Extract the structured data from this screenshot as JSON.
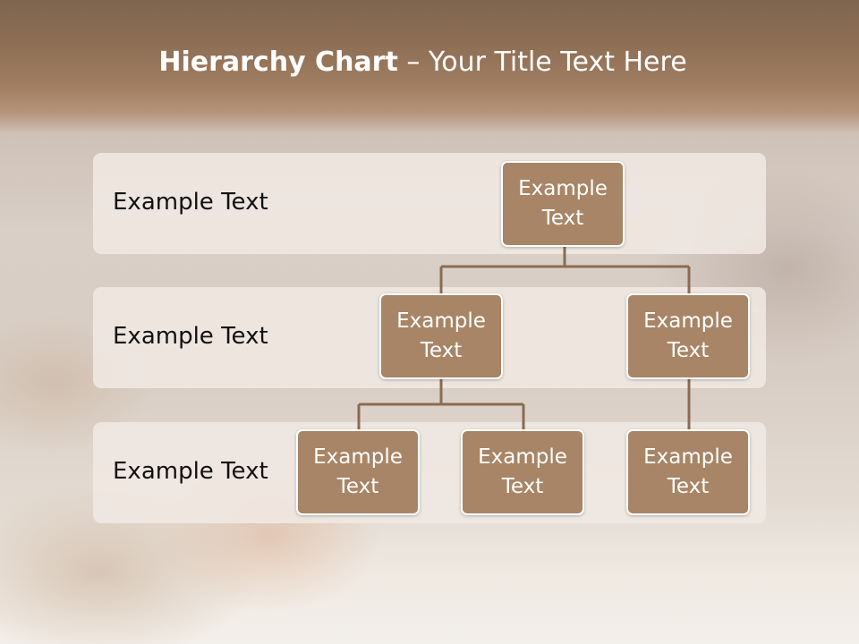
{
  "title": {
    "bold": "Hierarchy Chart",
    "rest": " – Your Title Text Here"
  },
  "bands": [
    {
      "label": "Example Text"
    },
    {
      "label": "Example Text"
    },
    {
      "label": "Example Text"
    }
  ],
  "nodes": {
    "root": "Example Text",
    "level2_left": "Example Text",
    "level2_right": "Example Text",
    "level3_a": "Example Text",
    "level3_b": "Example Text",
    "level3_c": "Example Text"
  },
  "colors": {
    "node_fill": "#a88566",
    "connector": "#8b6b51",
    "band": "#f0e8e2"
  }
}
